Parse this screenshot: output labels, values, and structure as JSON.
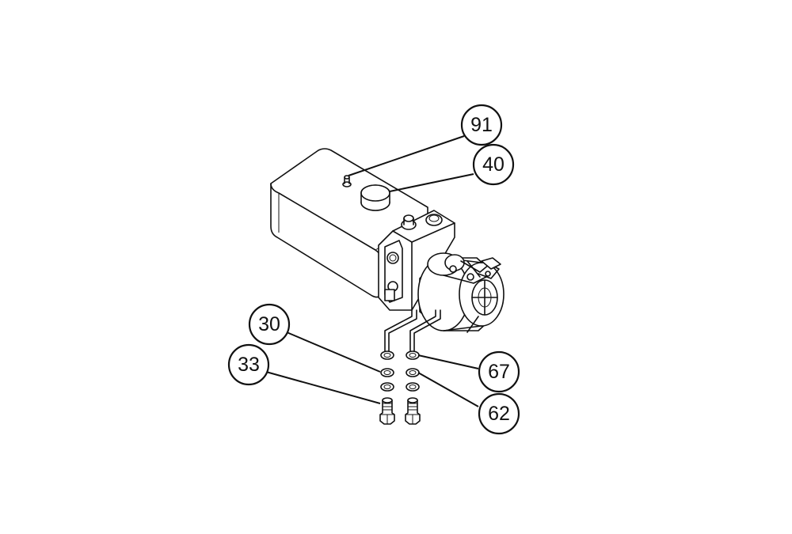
{
  "callouts": [
    {
      "id": "c91",
      "label": "91"
    },
    {
      "id": "c40",
      "label": "40"
    },
    {
      "id": "c30",
      "label": "30"
    },
    {
      "id": "c33",
      "label": "33"
    },
    {
      "id": "c67",
      "label": "67"
    },
    {
      "id": "c62",
      "label": "62"
    }
  ],
  "colors": {
    "line": "#111111",
    "background": "#ffffff"
  }
}
